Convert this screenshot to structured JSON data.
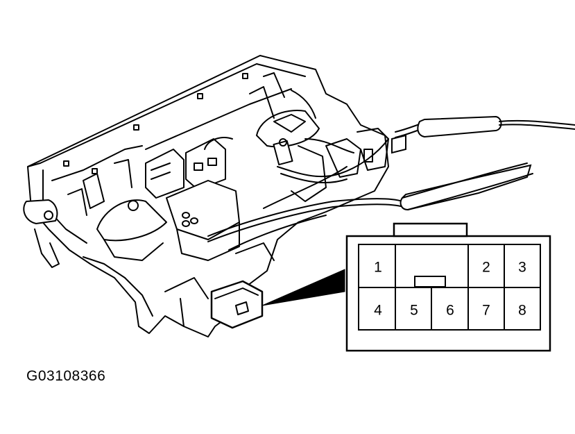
{
  "figure_code": "G03108366",
  "connector": {
    "pins": [
      {
        "id": "1"
      },
      {
        "id": "2"
      },
      {
        "id": "3"
      },
      {
        "id": "4"
      },
      {
        "id": "5"
      },
      {
        "id": "6"
      },
      {
        "id": "7"
      },
      {
        "id": "8"
      }
    ]
  },
  "colors": {
    "line": "#000000",
    "background": "#ffffff"
  }
}
